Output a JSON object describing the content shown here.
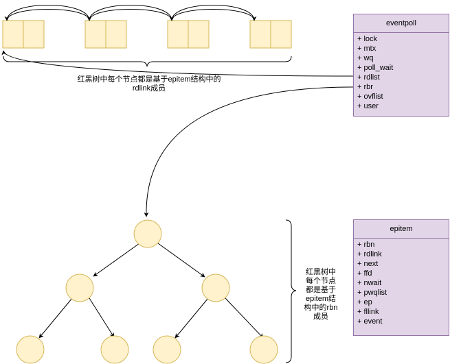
{
  "eventpoll": {
    "title": "eventpoll",
    "fields": [
      "+ lock",
      "+ mtx",
      "+ wq",
      "+ poll_wait",
      "+ rdlist",
      "+ rbr",
      "+ ovflist",
      "+ user"
    ]
  },
  "epitem": {
    "title": "epitem",
    "fields": [
      "+ rbn",
      "+ rdlink",
      "+ next",
      "+ ffd",
      "+ nwait",
      "+ pwqlist",
      "+ ep",
      "+ fllink",
      "+ event"
    ]
  },
  "labels": {
    "rdlist_note_line1": "红黑树中每个节点都是基于epitem结构中的",
    "rdlist_note_line2": "rdlink成员",
    "rbn_note_line1": "红黑树中",
    "rbn_note_line2": "每个节点",
    "rbn_note_line3": "都是基于",
    "rbn_note_line4": "epitem结",
    "rbn_note_line5": "构中的rbn",
    "rbn_note_line6": "成员"
  },
  "colors": {
    "node_fill": "#fff2cc",
    "node_stroke": "#d6b656",
    "class_fill": "#e1d5e7",
    "class_stroke": "#9673a6",
    "line": "#000000"
  }
}
